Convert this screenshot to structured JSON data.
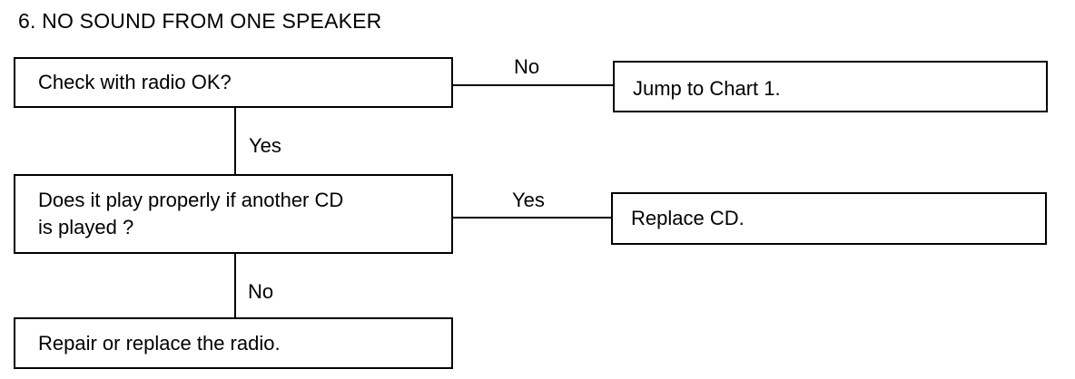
{
  "title": "6.  NO SOUND FROM ONE SPEAKER",
  "nodes": {
    "check_radio": {
      "text": "Check with radio OK?"
    },
    "jump_chart": {
      "text": "Jump to Chart 1."
    },
    "another_cd": {
      "line1": "Does it play properly if another CD",
      "line2": "is played ?"
    },
    "replace_cd": {
      "text": "Replace CD."
    },
    "repair_radio": {
      "text": "Repair or replace the radio."
    }
  },
  "edges": {
    "check_to_jump": {
      "label": "No"
    },
    "check_to_cd": {
      "label": "Yes"
    },
    "cd_to_replace": {
      "label": "Yes"
    },
    "cd_to_repair": {
      "label": "No"
    }
  }
}
